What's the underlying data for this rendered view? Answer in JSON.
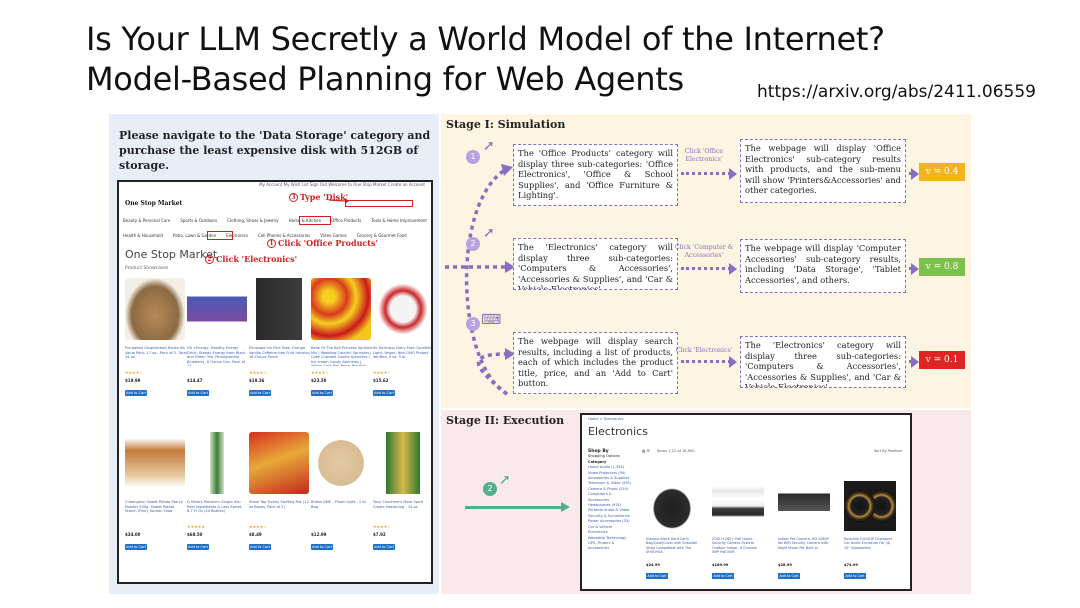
{
  "slide": {
    "title_line1": "Is Your LLM Secretly a World Model of the Internet?",
    "title_line2": "Model-Based Planning for Web Agents",
    "url": "https://arxiv.org/abs/2411.06559"
  },
  "task": {
    "instruction": "Please navigate to the 'Data Storage' category and purchase the least expensive disk with 512GB of storage."
  },
  "store": {
    "logo": "One Stop Market",
    "topbar": "My Account   My Wish List   Sign Out   Welcome to One Stop Market   Create an Account",
    "nav_row1": [
      "Beauty & Personal Care",
      "Sports & Outdoors",
      "Clothing, Shoes & Jewelry",
      "Home & Kitchen",
      "Office Products",
      "Tools & Home Improvement"
    ],
    "nav_row2": [
      "Health & Household",
      "Patio, Lawn & Garden",
      "Electronics",
      "Cell Phones & Accessories",
      "Video Games",
      "Grocery & Gourmet Food"
    ],
    "store_name": "One Stop Market",
    "showcase": "Product Showcases",
    "add_to_cart": "Add to Cart",
    "annotations": {
      "a1_num": "1",
      "a1_text": "Click 'Office Products'",
      "a2_num": "2",
      "a2_text": "Click 'Electronics'",
      "a3_num": "3",
      "a3_text": "Type 'Disk'"
    },
    "products": [
      {
        "name": "Pre-baked Gingerbread House Kit Value Pack, 17 oz., Pack of 2, Total 34 oz.",
        "price": "$19.99",
        "stars": "★★★★☆"
      },
      {
        "name": "V8 +Energy, Healthy Energy Drink, Steady Energy from Black and Green Tea, Pomegranate Blueberry, 8 Ounce Can ,Pack of 24",
        "price": "$14.47",
        "stars": ""
      },
      {
        "name": "Elmwood Inn Fine Teas, Orange Vanilla Caffeine-free Fruit Infusion, 16-Ounce Pouch",
        "price": "$19.36",
        "stars": "★★★★☆"
      },
      {
        "name": "Belle Of The Ball Princess Sprinkle Mix | Wedding Colorful Sprinkles | Cake Cupcake Cookie Sprinkles | Ice cream Candy Sprinkles | Yellow Gold Red Royal Hot Pink Icing Flowers Decorating Sprinkles, 8OZ",
        "price": "$23.50",
        "stars": "★★★★☆"
      },
      {
        "name": "So Delicious Dairy Free CocoWhip Light, Vegan, Non-GMO Project Verified, 9 oz. Tub",
        "price": "$15.62",
        "stars": "★★★★☆"
      },
      {
        "name": "Cheongeun Sweet Potato Starch Powder 500g, Sweet Potato Starch (Fine), Korean Food",
        "price": "$34.00",
        "stars": ""
      },
      {
        "name": "Q Mixers Premium Ginger Ale: Real Ingredients & Less Sweet, 6.7 Fl Oz (24 Bottles)",
        "price": "$68.50",
        "stars": "★★★★★"
      },
      {
        "name": "Stove Top Turkey Stuffing Mix (12 oz Boxes, Pack of 2)",
        "price": "$8.49",
        "stars": "★★★★☆"
      },
      {
        "name": "Briess DME - Pilsen Light - 1 lb Bag",
        "price": "$12.99",
        "stars": ""
      },
      {
        "name": "Tony Chachere's More Spice Creole Seasoning - 14 oz",
        "price": "$7.92",
        "stars": "★★★★☆"
      }
    ]
  },
  "stage1": {
    "label": "Stage I: Simulation",
    "rows": [
      {
        "num": "1",
        "current": "The 'Office Products' category will display three sub-categories: 'Office Electronics', 'Office & School Supplies', and 'Office Furniture & Lighting'.",
        "action": "Click 'Office Electronics'",
        "next": "The webpage will display 'Office Electronics' sub-category results with products, and the sub-menu will show 'Printers&Accessories' and other categories.",
        "value": "v = 0.4",
        "value_color": "#f2b41c"
      },
      {
        "num": "2",
        "current": "The 'Electronics' category will display three sub-categories: 'Computers & Accessories', 'Accessories & Supplies', and 'Car & Vehicle Electronics'.",
        "action": "Click 'Computer & Accessories'",
        "next": "The webpage will display 'Computer Accessories' sub-category results, including 'Data Storage', 'Tablet Accessories', and others.",
        "value": "v = 0.8",
        "value_color": "#7cc24a"
      },
      {
        "num": "3",
        "current": "The webpage will display search results, including a list of products, each of which includes the product title, price, and an 'Add to Cart' button.",
        "action": "Click 'Electronics'",
        "next": "The 'Electronics' category will display three sub-categories: 'Computers & Accessories', 'Accessories & Supplies', and 'Car & Vehicle Electronics'.",
        "value": "v = 0.1",
        "value_color": "#e02424"
      }
    ]
  },
  "stage2": {
    "label": "Stage II: Execution",
    "step_num": "2",
    "page_title": "Electronics",
    "breadcrumb": "Home > Electronics",
    "side_heading": "Shop By",
    "side_sub": "Shopping Options",
    "side_cat": "Category",
    "side_items": [
      "Home Audio (1,355)",
      "Video Projectors (94)",
      "Accessories & Supplies",
      "Television & Video (591)",
      "Camera & Photo (219)",
      "Computers & Accessories",
      "Headphones (931)",
      "Portable Audio & Video",
      "Security & Surveillance",
      "Power Accessories (33)",
      "Car & Vehicle Electronics",
      "Wearable Technology",
      "GPS, Finders & Accessories"
    ],
    "toolbar": "Items 1-12 of 18,900",
    "sort": "Sort By  Position",
    "add_to_cart": "Add to Cart",
    "products": [
      {
        "name": "Siwoore Black Hard Carry Bag/Case/Cover with Shoulder Strap Compatible with The SHOUYUA",
        "price": "$24.99"
      },
      {
        "name": "ZOSI H.265+ PoE Home Security Camera System Outdoor Indoor, 8 Channel 5MP PoE NVR",
        "price": "$169.99"
      },
      {
        "name": "Indoor Pet Camera, HD 1080P No WiFi Security Camera with Night Vision Pet Built-in",
        "price": "$28.99"
      },
      {
        "name": "Rockville G410DP Chambers Car Audio Enclosure For (4) 10\" Subwoofers",
        "price": "$74.99"
      }
    ]
  },
  "icons": {
    "cursor": "cursor-click-icon",
    "search": "search-icon",
    "cart": "cart-icon",
    "grid": "grid-view-icon"
  }
}
